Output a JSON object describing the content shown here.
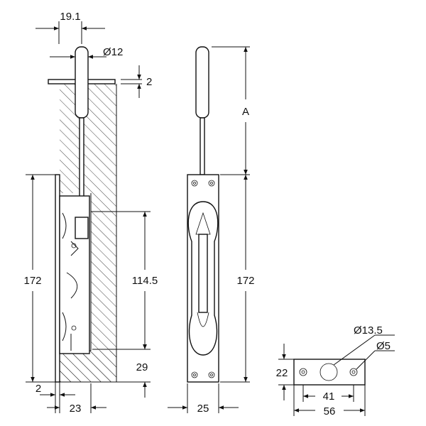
{
  "dimensions": {
    "bolt_offset": "19.1",
    "bolt_diameter": "Ø12",
    "plate_thickness": "2",
    "body_length_left": "172",
    "slot_length": "114.5",
    "bottom_offset": "29",
    "face_thickness": "2",
    "body_depth": "23",
    "throw_length": "A",
    "body_length_front": "172",
    "face_width": "25",
    "keeper_height": "22",
    "keeper_center_hole": "Ø13.5",
    "keeper_screw_hole": "Ø5",
    "keeper_hole_spacing": "41",
    "keeper_width": "56"
  }
}
